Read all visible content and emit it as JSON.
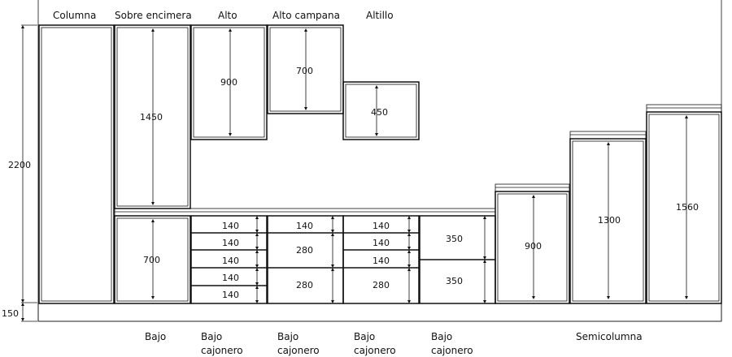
{
  "top_labels": {
    "columna": "Columna",
    "sobre_encimera": "Sobre encimera",
    "alto": "Alto",
    "alto_campana": "Alto campana",
    "altillo": "Altillo"
  },
  "bottom_labels": {
    "bajo": "Bajo",
    "bajo_cajonero_1": [
      "Bajo",
      "cajonero"
    ],
    "bajo_cajonero_2": [
      "Bajo",
      "cajonero"
    ],
    "bajo_cajonero_3": [
      "Bajo",
      "cajonero"
    ],
    "bajo_cajonero_4": [
      "Bajo",
      "cajonero"
    ],
    "semicolumna": "Semicolumna"
  },
  "overall": {
    "height": "2200",
    "plinth": "150"
  },
  "dimensions": {
    "sobre_encimera": "1450",
    "alto": "900",
    "alto_campana": "700",
    "altillo": "450",
    "bajo": "700",
    "cajonero1": [
      "140",
      "140",
      "140",
      "140",
      "140"
    ],
    "cajonero2": [
      "140",
      "280",
      "280"
    ],
    "cajonero3": [
      "140",
      "140",
      "140",
      "280"
    ],
    "cajonero4": [
      "350",
      "350"
    ],
    "semicolumna1": "900",
    "semicolumna2": "1300",
    "semicolumna3": "1560"
  }
}
